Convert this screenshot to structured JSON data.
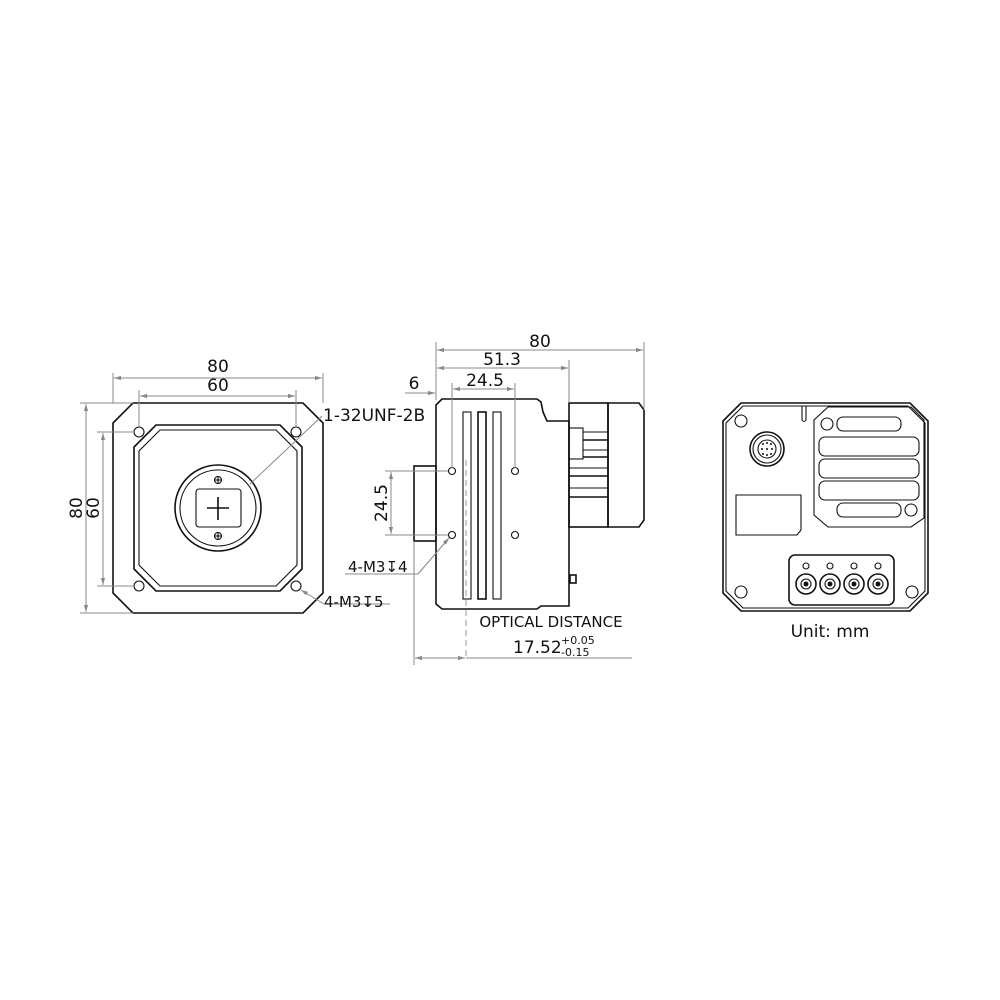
{
  "front_view": {
    "width_outer": "80",
    "width_inner": "60",
    "height_outer": "80",
    "height_inner": "60",
    "lens_mount_callout": "1-32UNF-2B",
    "mount_holes_callout": "4-M3↧5"
  },
  "side_view": {
    "length_total": "80",
    "length_body": "51.3",
    "hole_spacing_x": "24.5",
    "flange_offset": "6",
    "hole_spacing_y": "24.5",
    "side_holes_callout": "4-M3↧4",
    "optical_distance_label": "OPTICAL DISTANCE",
    "optical_distance_value": "17.52",
    "optical_distance_tol_upper": "+0.05",
    "optical_distance_tol_lower": "-0.15"
  },
  "rear_view": {
    "unit_label": "Unit: mm"
  },
  "colors": {
    "outline": "#111111",
    "dimension_line": "#888888",
    "background": "#ffffff"
  }
}
